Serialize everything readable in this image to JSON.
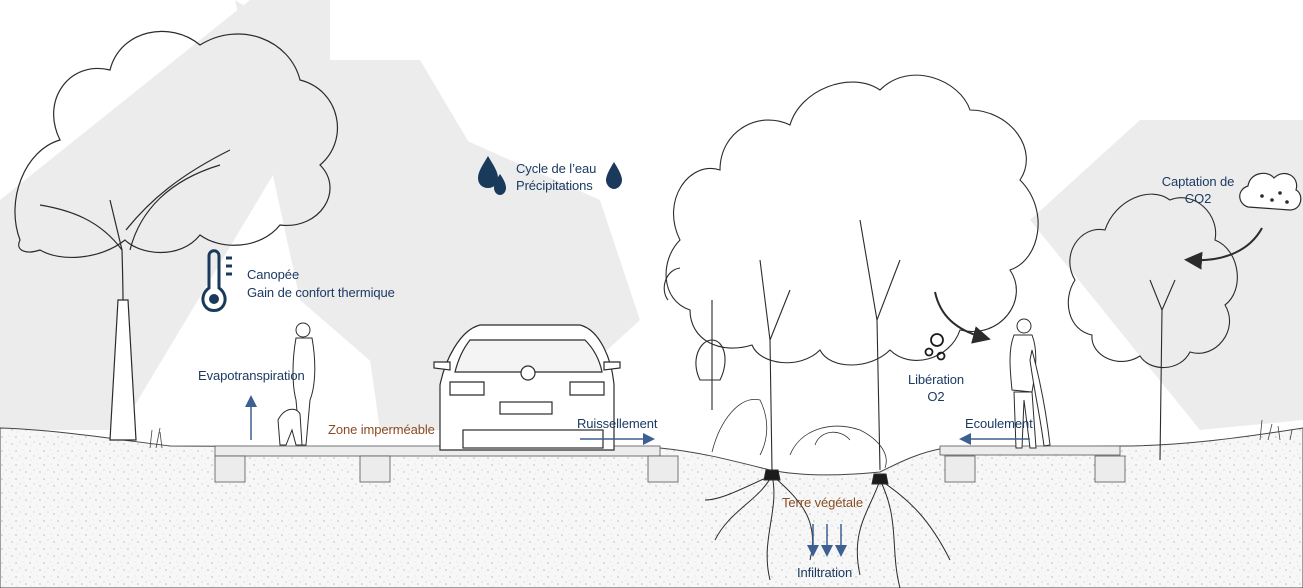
{
  "colors": {
    "label_blue": "#1c3a63",
    "label_brown": "#8a4b22",
    "icon_navy": "#1a3a5c",
    "sunbeam": "#ececec",
    "ground_fill": "#f6f6f6",
    "arrow_blue": "#3d5f92",
    "line_ink": "#2b2b2b"
  },
  "labels": {
    "water_cycle": "Cycle de l’eau",
    "precipitation": "Précipitations",
    "canopy": "Canopée",
    "thermal_comfort": "Gain de confort thermique",
    "evapotranspiration": "Evapotranspiration",
    "impermeable_zone": "Zone imperméable",
    "runoff": "Ruissellement",
    "topsoil": "Terre végétale",
    "infiltration": "Infiltration",
    "o2_release_1": "Libération",
    "o2_release_2": "O2",
    "flow": "Ecoulement",
    "co2_capture_1": "Captation de",
    "co2_capture_2": "CO2"
  },
  "icons": [
    "water-drop-icon",
    "thermometer-icon",
    "cloud-icon",
    "o2-bubbles-icon",
    "arrow-up-icon",
    "arrow-right-icon",
    "arrow-left-icon",
    "arrow-down-icon",
    "curved-arrow-icon"
  ]
}
